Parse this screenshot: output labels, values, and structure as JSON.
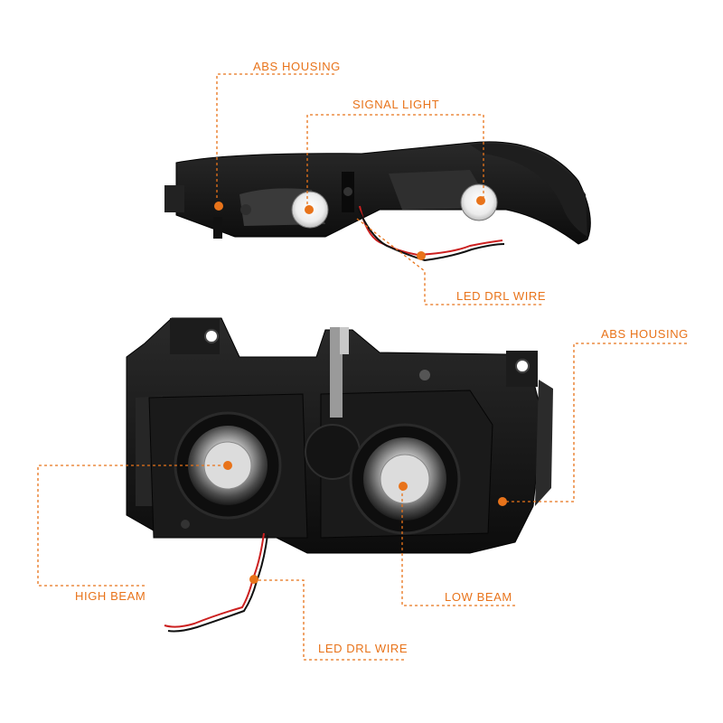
{
  "callouts": {
    "abs_housing_top": "ABS HOUSING",
    "signal_light": "SIGNAL LIGHT",
    "led_drl_wire_top": "LED DRL WIRE",
    "abs_housing_right": "ABS HOUSING",
    "high_beam": "HIGH BEAM",
    "low_beam": "LOW BEAM",
    "led_drl_wire_bottom": "LED DRL WIRE"
  },
  "colors": {
    "accent": "#e8731a",
    "housing": "#141414",
    "background": "#ffffff"
  }
}
